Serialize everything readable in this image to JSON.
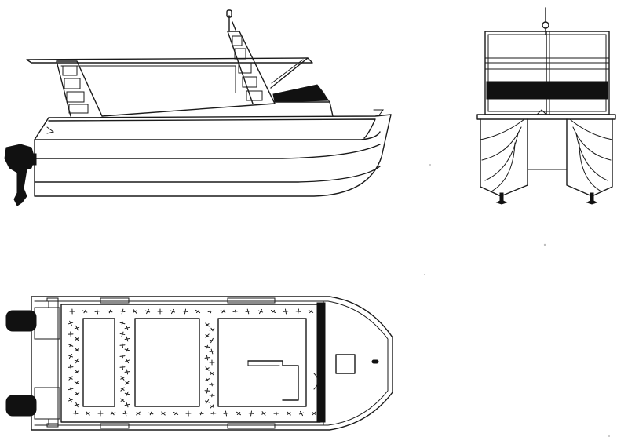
{
  "drawing": {
    "background": "#ffffff",
    "ink_color": "#1a1a1a",
    "views": [
      {
        "id": "side-elevation",
        "components": [
          "hull",
          "hard-top-canopy",
          "ladder-pillars",
          "windscreen",
          "outboard-motor",
          "bow-fitting"
        ]
      },
      {
        "id": "rear-elevation",
        "components": [
          "canopy-frame",
          "dark-band",
          "twin-hulls",
          "rudders"
        ]
      },
      {
        "id": "plan-view",
        "components": [
          "deck-outline",
          "hatches",
          "cross-hatched-deck",
          "console",
          "twin-outboards",
          "bow-fitting"
        ]
      }
    ]
  }
}
